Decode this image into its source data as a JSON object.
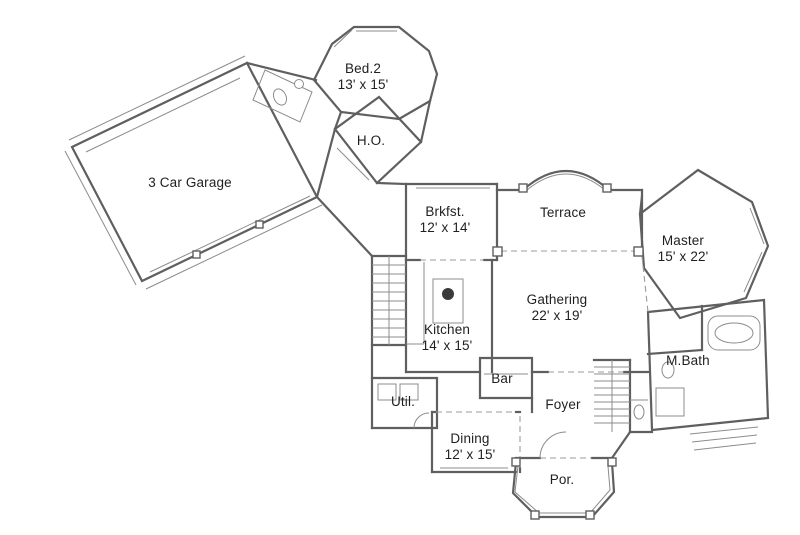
{
  "colors": {
    "background": "#ffffff",
    "wall_line": "#5f5f5f",
    "thin_line": "#8c8c8c",
    "dashed_line": "#9b9b9b",
    "text": "#1f1f1f"
  },
  "rooms": [
    {
      "id": "garage",
      "name": "3 Car Garage",
      "dims": ""
    },
    {
      "id": "bed2",
      "name": "Bed.2",
      "dims": "13' x 15'"
    },
    {
      "id": "ho",
      "name": "H.O.",
      "dims": ""
    },
    {
      "id": "brkfst",
      "name": "Brkfst.",
      "dims": "12' x 14'"
    },
    {
      "id": "terrace",
      "name": "Terrace",
      "dims": ""
    },
    {
      "id": "master",
      "name": "Master",
      "dims": "15' x 22'"
    },
    {
      "id": "gathering",
      "name": "Gathering",
      "dims": "22' x 19'"
    },
    {
      "id": "kitchen",
      "name": "Kitchen",
      "dims": "14' x 15'"
    },
    {
      "id": "mbath",
      "name": "M.Bath",
      "dims": ""
    },
    {
      "id": "bar",
      "name": "Bar",
      "dims": ""
    },
    {
      "id": "util",
      "name": "Util.",
      "dims": ""
    },
    {
      "id": "foyer",
      "name": "Foyer",
      "dims": ""
    },
    {
      "id": "dining",
      "name": "Dining",
      "dims": "12' x 15'"
    },
    {
      "id": "porch",
      "name": "Por.",
      "dims": ""
    }
  ]
}
